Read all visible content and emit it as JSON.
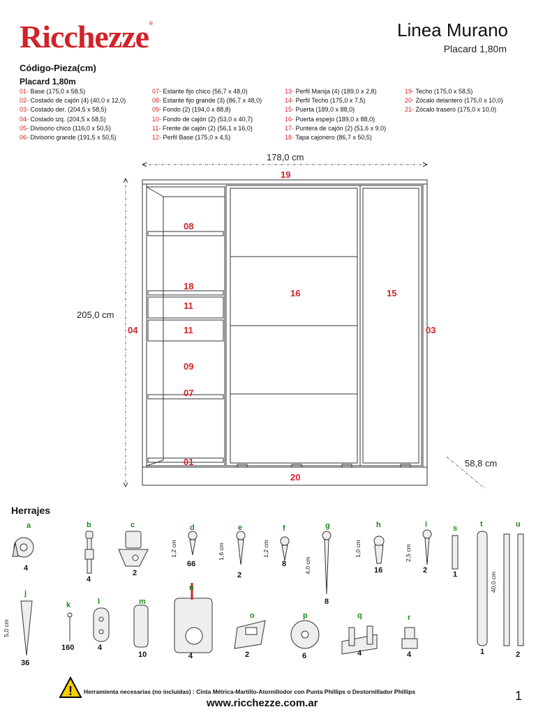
{
  "header": {
    "brand": "Ricchezze",
    "title": "Linea Murano",
    "subtitle": "Placard 1,80m"
  },
  "codigo_heading": "Código-Pieza(cm)",
  "placard_heading": "Placard 1,80m",
  "parts": {
    "col1": [
      {
        "num": "01-",
        "text": "Base (175,0 x 58,5)"
      },
      {
        "num": "02-",
        "text": "Costado de cajón (4) (40,0 x 12,0)"
      },
      {
        "num": "03-",
        "text": "Costado der. (204,5 x 58,5)"
      },
      {
        "num": "04-",
        "text": "Costado izq. (204,5 x 58,5)"
      },
      {
        "num": "05-",
        "text": "Divisorio chico (116,0 x 50,5)"
      },
      {
        "num": "06-",
        "text": "Divisorio grande (191,5 x 50,5)"
      }
    ],
    "col2": [
      {
        "num": "07-",
        "text": "Estante fijo chico (56,7 x 48,0)"
      },
      {
        "num": "08-",
        "text": "Estante fijo grande (3) (86,7 x 48,0)"
      },
      {
        "num": "09-",
        "text": "Fondo (2) (194,0 x 88,8)"
      },
      {
        "num": "10-",
        "text": "Fondo de cajón (2) (53,0 x 40,7)"
      },
      {
        "num": "11-",
        "text": "Frente de cajón (2) (56,1 x 16,0)"
      },
      {
        "num": "12-",
        "text": "Perfil Base (175,0 x 4,5)"
      }
    ],
    "col3": [
      {
        "num": "13-",
        "text": "Perfil Manija (4) (189,0 x 2,8)"
      },
      {
        "num": "14-",
        "text": "Perfil Techo (175,0 x 7,5)"
      },
      {
        "num": "15-",
        "text": "Puerta (189,0 x 88,0)"
      },
      {
        "num": "16-",
        "text": "Puerta espejo (189,0 x 88,0)"
      },
      {
        "num": "17-",
        "text": "Puntera de cajón (2) (51,6 x 9,0)"
      },
      {
        "num": "18-",
        "text": "Tapa cajonero (86,7 x 50,5)"
      }
    ],
    "col4": [
      {
        "num": "19-",
        "text": "Techo (175,0 x 58,5)"
      },
      {
        "num": "20-",
        "text": "Zócalo delantero (175,0 x 10,0)"
      },
      {
        "num": "21-",
        "text": "Zócalo trasero (175,0 x 10,0)"
      }
    ]
  },
  "drawing": {
    "width": "178,0 cm",
    "height": "205,0 cm",
    "depth": "58,8 cm",
    "labels": {
      "l19": "19",
      "l08": "08",
      "l18": "18",
      "l11a": "11",
      "l11b": "11",
      "l09": "09",
      "l07": "07",
      "l01": "01",
      "l20": "20",
      "l16": "16",
      "l15": "15",
      "l04": "04",
      "l03": "03"
    }
  },
  "herrajes_heading": "Herrajes",
  "hardware": {
    "a": {
      "letter": "a",
      "qty": "4"
    },
    "b": {
      "letter": "b",
      "qty": "4"
    },
    "c": {
      "letter": "c",
      "qty": "2"
    },
    "d": {
      "letter": "d",
      "qty": "66",
      "len": "1,2 cm"
    },
    "e": {
      "letter": "e",
      "qty": "2",
      "len": "1,6 cm"
    },
    "f": {
      "letter": "f",
      "qty": "8",
      "len": "1,2 cm"
    },
    "g": {
      "letter": "g",
      "qty": "8",
      "len": "4,0 cm"
    },
    "h": {
      "letter": "h",
      "qty": "16",
      "len": "1,0 cm"
    },
    "i": {
      "letter": "i",
      "qty": "2",
      "len": "2,5 cm"
    },
    "s": {
      "letter": "s",
      "qty": "1"
    },
    "t": {
      "letter": "t",
      "qty": "1"
    },
    "u": {
      "letter": "u",
      "qty": "2",
      "len": "40,0 cm"
    },
    "j": {
      "letter": "j",
      "qty": "36",
      "len": "5,0 cm"
    },
    "k": {
      "letter": "k",
      "qty": "160"
    },
    "l": {
      "letter": "l",
      "qty": "4"
    },
    "m": {
      "letter": "m",
      "qty": "10"
    },
    "n": {
      "letter": "n",
      "qty": "4"
    },
    "o": {
      "letter": "o",
      "qty": "2"
    },
    "p": {
      "letter": "p",
      "qty": "6"
    },
    "q": {
      "letter": "q",
      "qty": "4"
    },
    "r": {
      "letter": "r",
      "qty": "4"
    }
  },
  "footer": {
    "warning": "Herramienta necesarias (no incluídas) : Cinta Métrica-Martillo-Atornillodor con Punta Phillips o Destornillador Phillips",
    "website": "www.ricchezze.com.ar",
    "page": "1"
  },
  "colors": {
    "brand": "#d2232a",
    "accent": "#1a8a1a"
  }
}
